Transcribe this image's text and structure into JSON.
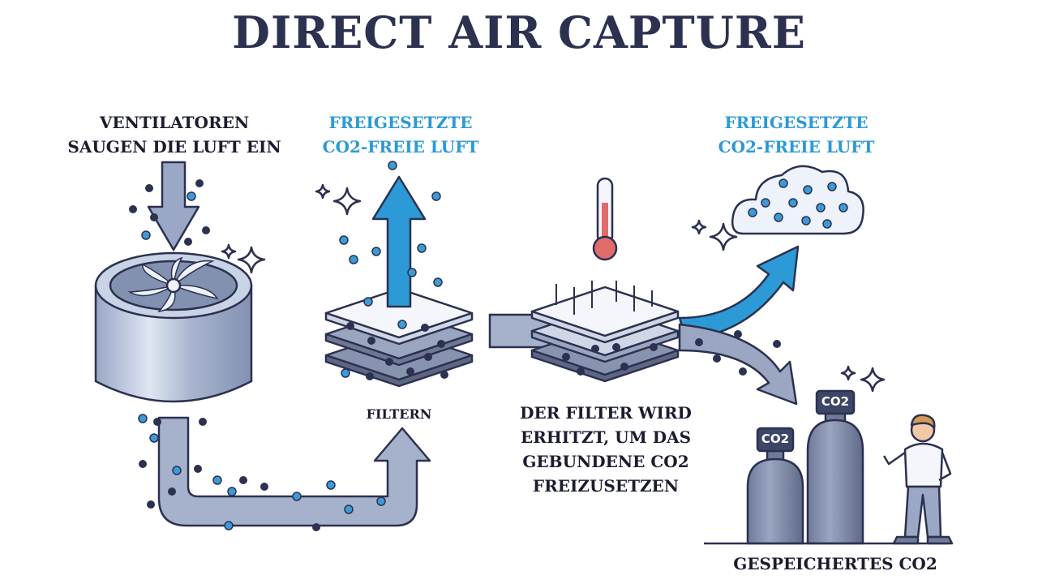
{
  "title": "DIRECT AIR CAPTURE",
  "labels": {
    "fans": [
      "VENTILATOREN",
      "SAUGEN DIE LUFT EIN"
    ],
    "released_1": [
      "FREIGESETZTE",
      "CO2-FREIE LUFT"
    ],
    "released_2": [
      "FREIGESETZTE",
      "CO2-FREIE LUFT"
    ],
    "filter": "FILTERN",
    "heated": [
      "DER FILTER WIRD",
      "ERHITZT, UM DAS",
      "GEBUNDENE CO2",
      "FREIZUSETZEN"
    ],
    "stored": "GESPEICHERTES CO2",
    "tank_small": "CO2",
    "tank_large": "CO2"
  },
  "colors": {
    "title": "#2c3150",
    "dark_text": "#1b1d2e",
    "blue_text": "#2b9ad6",
    "arrow_blue": "#2b9ad6",
    "pipe_fill": "#9aa6c2",
    "co2_dot": "#2c3150",
    "air_dot": "#3b9bd6"
  }
}
